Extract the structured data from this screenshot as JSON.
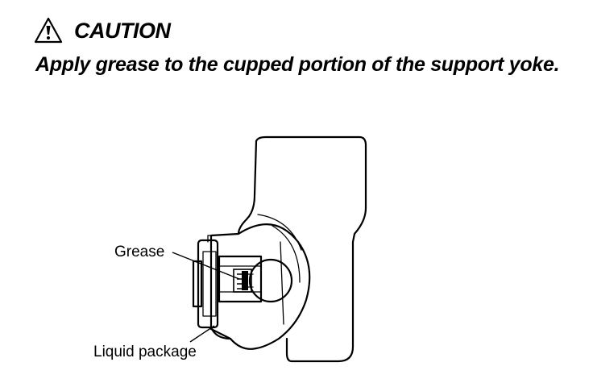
{
  "caution": {
    "heading": "CAUTION",
    "icon": "warning-exclamation-triangle-icon",
    "text": "Apply grease to the cupped portion of the support yoke."
  },
  "figure": {
    "callouts": {
      "grease": "Grease",
      "liquid_package": "Liquid package"
    }
  }
}
